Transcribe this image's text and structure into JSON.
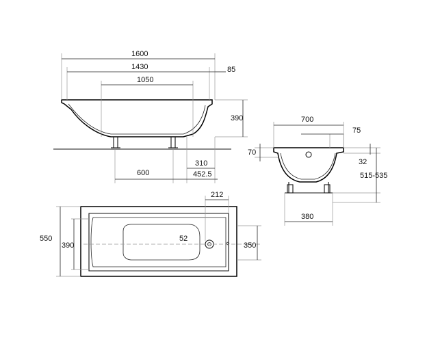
{
  "dimensions": {
    "side": {
      "overall_length": "1600",
      "inner_length": "1430",
      "flat_bottom": "1050",
      "rim_offset": "85",
      "height": "390",
      "leg_spacing": "600",
      "leg_offset": "310",
      "leg_offset_total": "452.5"
    },
    "end": {
      "width": "700",
      "drain_offset": "75",
      "rim_thickness": "70",
      "rim_drop": "32",
      "height_range": "515-535",
      "leg_width": "380"
    },
    "top": {
      "overall_width": "550",
      "inner_width": "390",
      "bottom_width": "350",
      "drain_offset": "212",
      "drain_diameter": "52"
    }
  }
}
